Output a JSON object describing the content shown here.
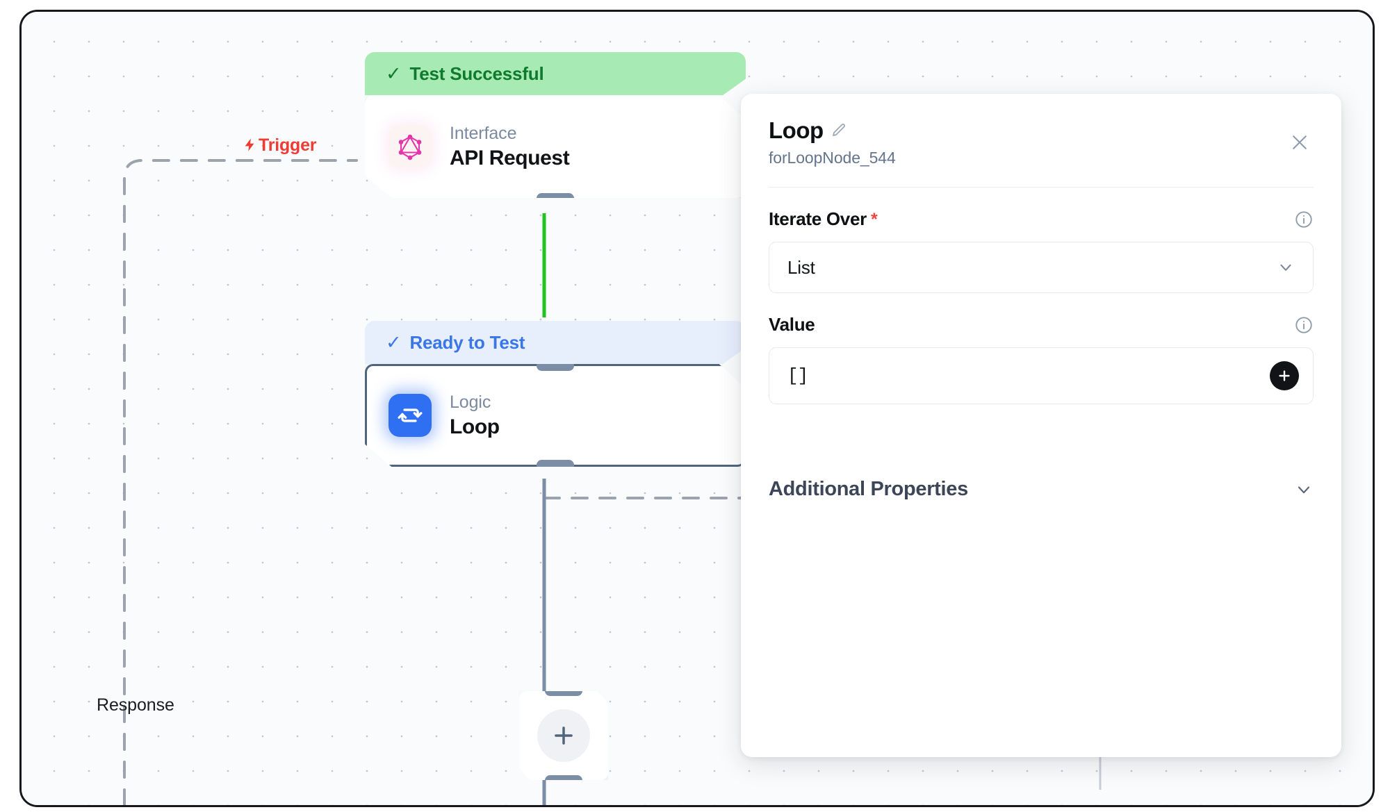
{
  "canvas": {
    "trigger_label": "Trigger",
    "trigger_icon": "lightning-bolt-icon",
    "response_label": "Response",
    "add_node_icon": "plus-icon",
    "nodes": [
      {
        "status": "Test Successful",
        "status_icon": "check-icon",
        "kind": "Interface",
        "title": "API Request",
        "icon": "graphql-icon"
      },
      {
        "status": "Ready to Test",
        "status_icon": "check-icon",
        "kind": "Logic",
        "title": "Loop",
        "icon": "loop-icon"
      }
    ]
  },
  "panel": {
    "title": "Loop",
    "edit_icon": "pencil-icon",
    "subtitle": "forLoopNode_544",
    "close_icon": "close-icon",
    "fields": [
      {
        "label": "Iterate Over",
        "required": "*",
        "info_icon": "info-icon",
        "control": "select",
        "value": "List",
        "chevron_icon": "chevron-down-icon"
      },
      {
        "label": "Value",
        "required": "",
        "info_icon": "info-icon",
        "control": "value",
        "value": "[]",
        "add_icon": "plus-icon"
      }
    ],
    "additional_properties": {
      "label": "Additional Properties",
      "chevron_icon": "chevron-down-icon"
    }
  },
  "colors": {
    "success_bg": "#a7eab4",
    "success_text": "#0f7a2e",
    "ready_bg": "#e7eefc",
    "ready_text": "#3b76e8",
    "trigger_red": "#ef3b33",
    "edge_green": "#22c31f",
    "edge_slate": "#7b8ea5",
    "graphql_pink": "#e535ab",
    "loop_blue": "#2f6ff1"
  }
}
